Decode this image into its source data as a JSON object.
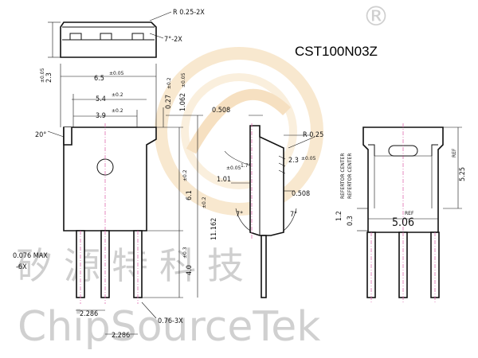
{
  "title": "CST100N03Z",
  "watermark": {
    "chinese": "矽源特科技",
    "latin": "ChipSourceTek",
    "registered": "®"
  },
  "dimensions": {
    "r_top": "R 0.25-2X",
    "angle_7_2x": "7°-2X",
    "d_2_3": "2.3",
    "tol_005": "±0.05",
    "d_6_5": "6.5",
    "d_5_4": "5.4",
    "tol_02": "±0.2",
    "d_3_9": "3.9",
    "d_0_27": "0.27",
    "d_1_062": "1.062",
    "angle_20": "20°",
    "d_6_1": "6.1",
    "d_11_162": "11.162",
    "d_4_0": "4.0",
    "tol_03": "±0.3",
    "pin_076_max": "0.076 MAX",
    "pin_6x": "-6X",
    "d_2_286": "2.286",
    "pin_076_3x": "0.76-3X",
    "d_0_508_top": "0.508",
    "d_0_508_mid": "0.508",
    "r_side": "R 0.25",
    "angle_1_7": "1.7°",
    "d_1_01": "1.01",
    "angle_7_left": "7°",
    "angle_7_right": "7°",
    "ref": "REF",
    "d_5_25": "5.25",
    "d_1_2": "1.2",
    "d_0_3": "0.3",
    "d_5_06": "5.06",
    "ref_center_1": "REFERTOR CENTER",
    "ref_center_2": "REFERTOR CENTER"
  }
}
